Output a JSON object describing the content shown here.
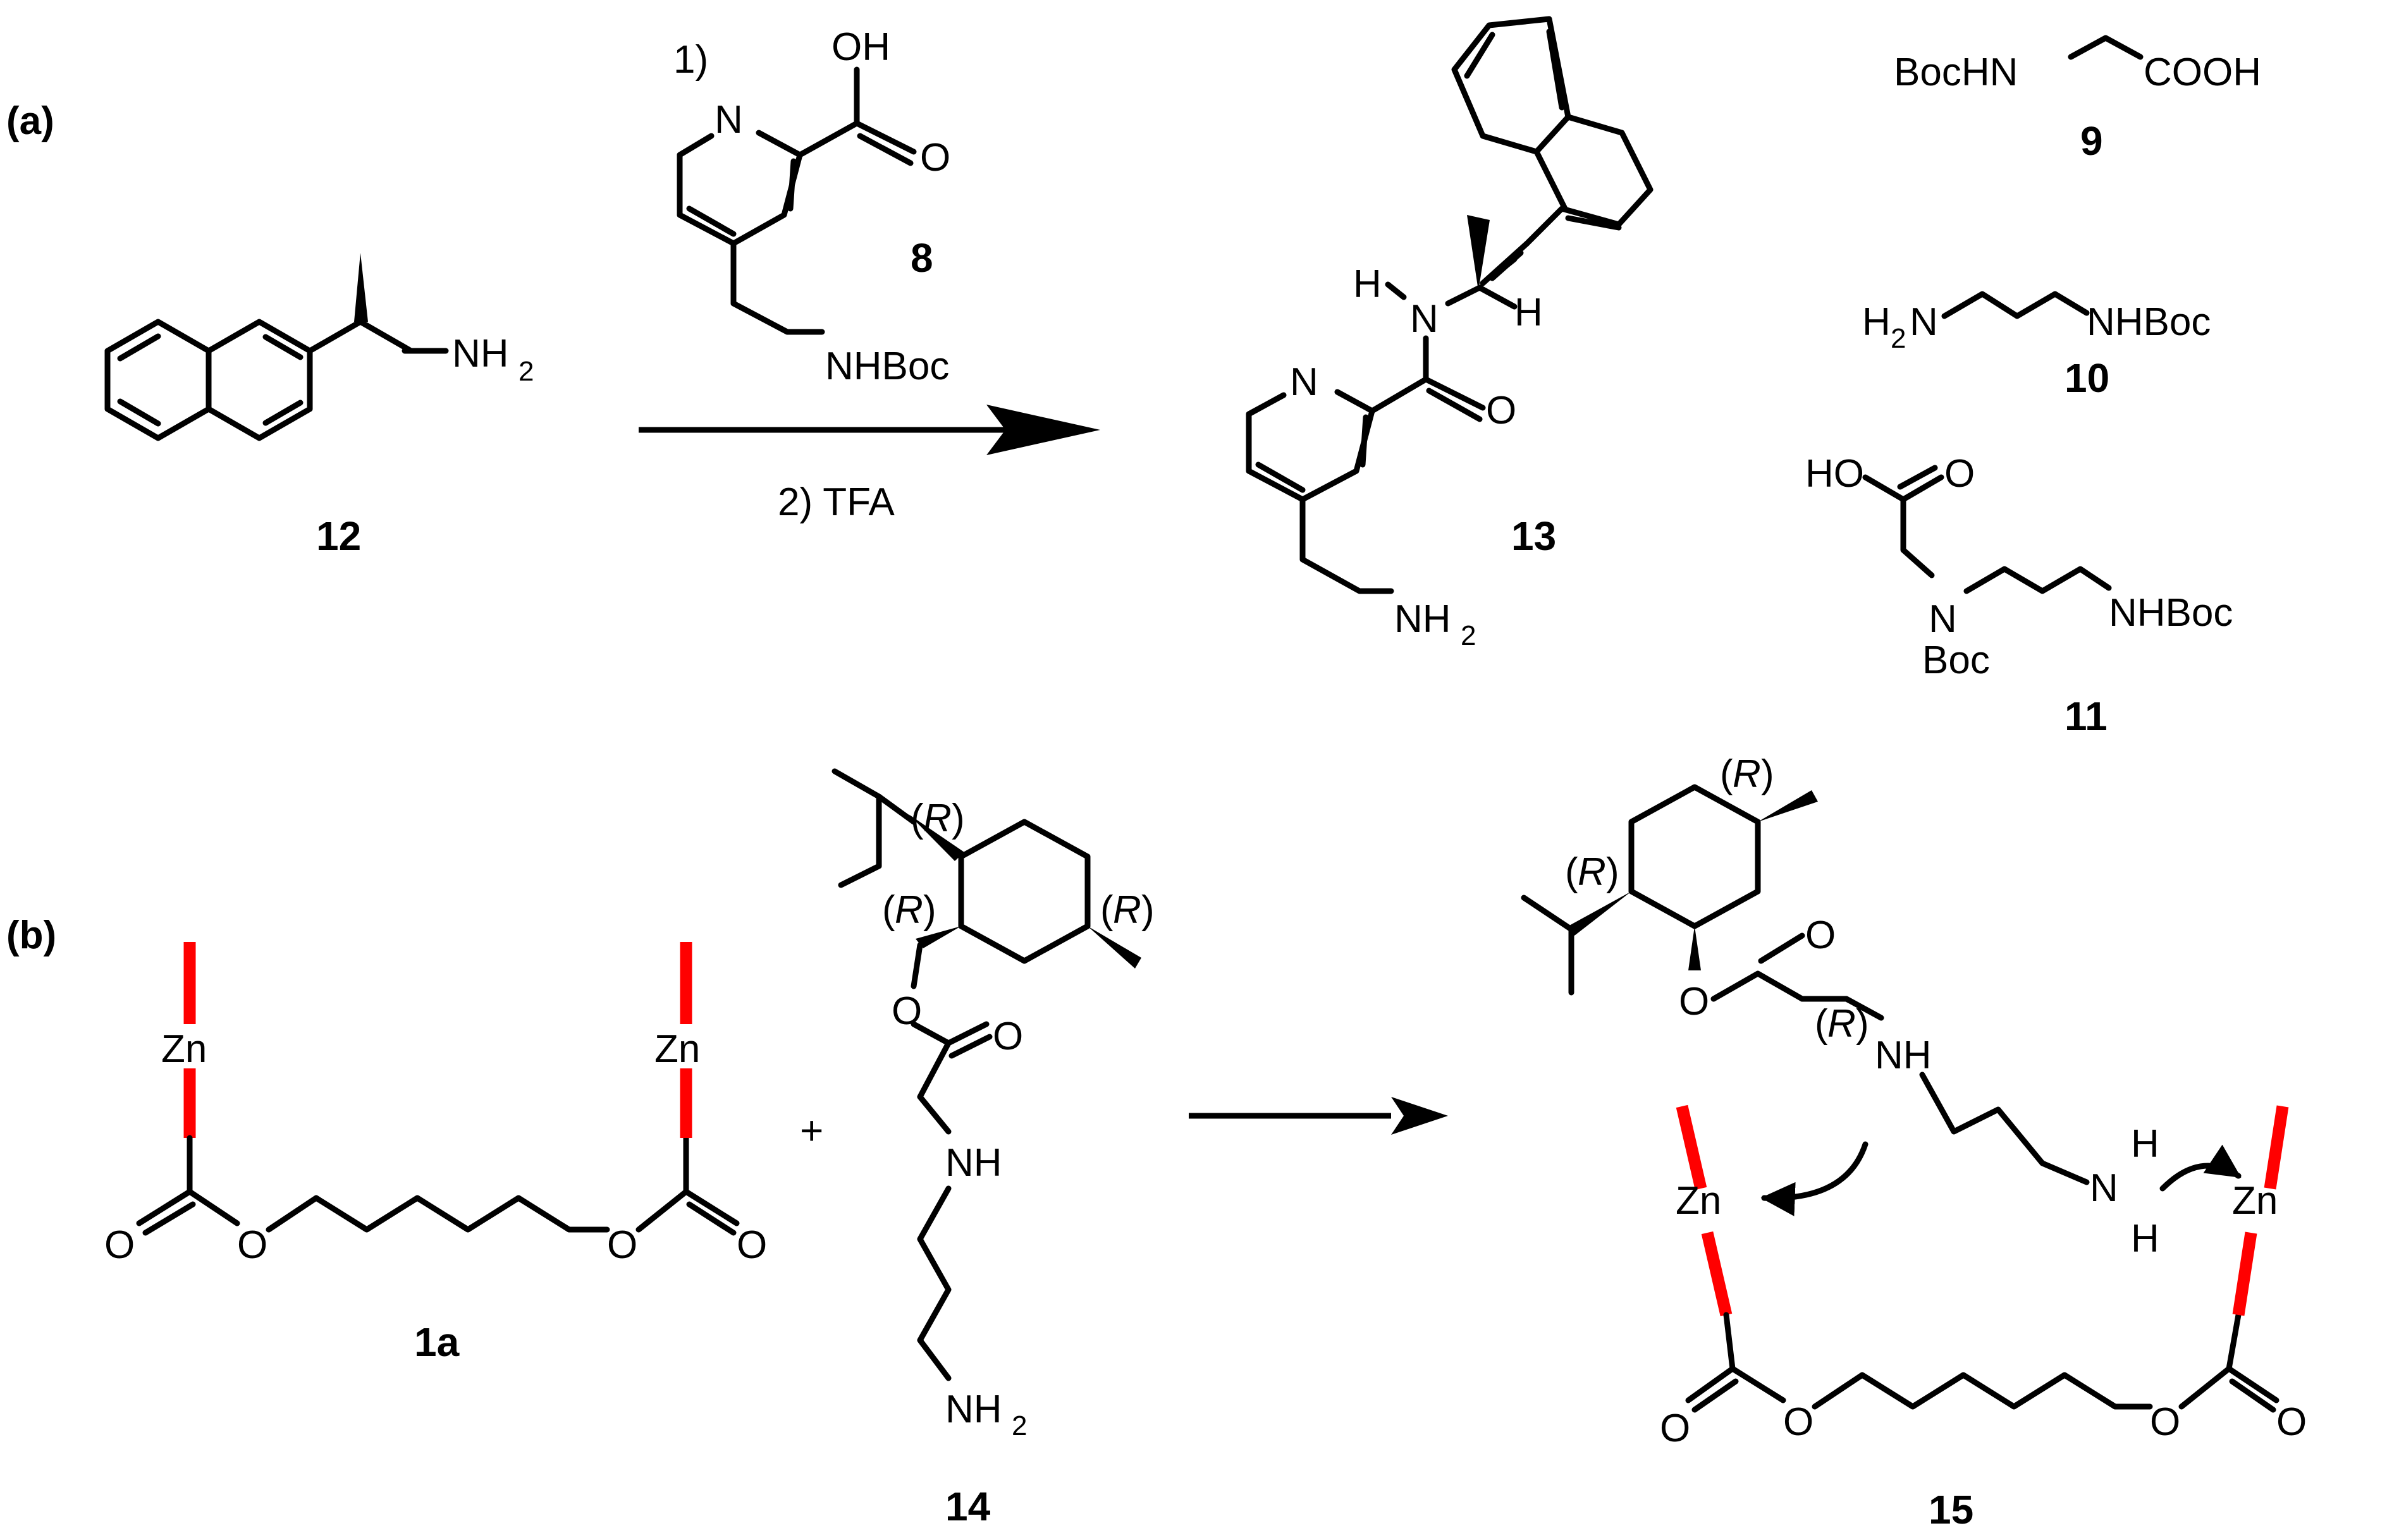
{
  "panels": {
    "a": "(a)",
    "b": "(b)"
  },
  "step_labels": {
    "one": "1)",
    "two": "2) TFA"
  },
  "compounds": {
    "c12": "12",
    "c8": "8",
    "c13": "13",
    "c9": "9",
    "c10": "10",
    "c11": "11",
    "c1a": "1a",
    "c14": "14",
    "c15": "15"
  },
  "atoms": {
    "oh": "OH",
    "o": "O",
    "n": "N",
    "h": "H",
    "ho": "HO",
    "zn": "Zn",
    "nh": "NH",
    "nhboc": "NHBoc",
    "bochn": "BocHN",
    "cooh": "COOH",
    "boc": "Boc",
    "nh2_base": "NH",
    "h2_base": "H",
    "sub2": "2",
    "stereo_R": "R",
    "paren_open": "(",
    "paren_close": ")",
    "plus": "+"
  },
  "colors": {
    "bond": "#000000",
    "zinc_bond": "#ff0000"
  }
}
